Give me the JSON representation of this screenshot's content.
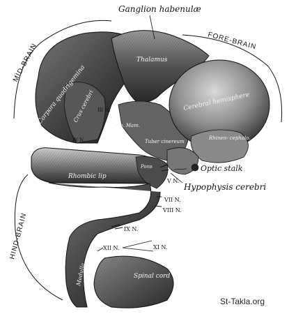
{
  "labels": {
    "ganglion": "Ganglion habenulæ",
    "forebrain": "FORE-BRAIN",
    "midbrain": "MID-BRAIN",
    "hindbrain": "HIND-BRAIN",
    "thalamus": "Thalamus",
    "cerebral_hemisphere": "Cerebral hemisphere",
    "corpora_quadrigemina": "Corpora quadrigemina",
    "crus_cerebri": "Crus cerebri",
    "iii_n": "III N.",
    "corp_mam": "Corp. Mam.",
    "tuber_cinereum": "Tuber cinereum",
    "rhinencephalon": "Rhinen- cephalo.",
    "iv_n": "IV N.",
    "rhombic_lip": "Rhombic lip",
    "pons": "Pons",
    "v_n": "V N.",
    "optic_stalk": "Optic stalk",
    "hypophysis": "Hypophysis cerebri",
    "vii_n": "VII N.",
    "viii_n": "VIII N.",
    "ix_n": "IX N.",
    "xii_n": "XII N.",
    "xi_n": "XI N.",
    "medulla": "Medulla",
    "spinal_cord": "Spinal cord"
  },
  "watermark": "St-Takla.org",
  "colors": {
    "ink": "#1a1a1a",
    "tissue_dark": "#3a3a3a",
    "tissue_mid": "#6a6a6a",
    "tissue_light": "#b8b8b8",
    "background": "#ffffff"
  }
}
